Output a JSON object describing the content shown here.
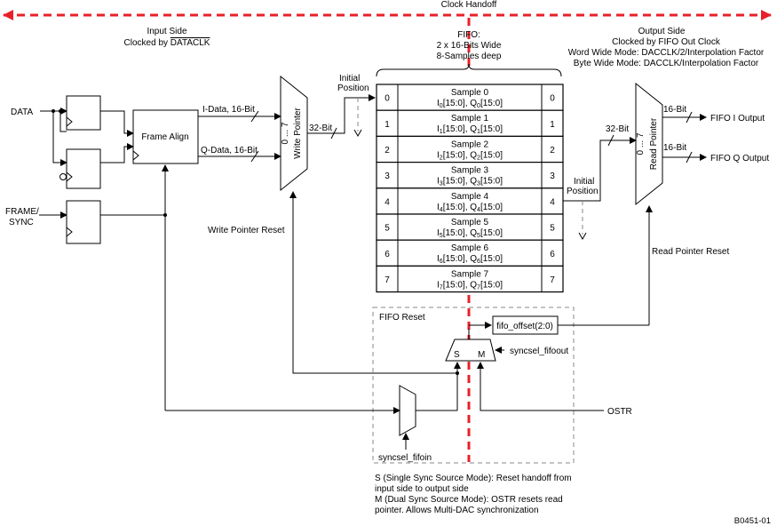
{
  "header": {
    "clock_handoff": "Clock Handoff",
    "input_side": "Input Side",
    "clocked_by_prefix": "Clocked by ",
    "clocked_by_clock": "DATACLK",
    "fifo_title": "FIFO:",
    "fifo_width": "2 x 16-Bits Wide",
    "fifo_depth": "8-Samples deep",
    "output_side": "Output Side",
    "output_clock": "Clocked by FIFO Out Clock",
    "word_mode": "Word Wide Mode: DACCLK/2/Interpolation Factor",
    "byte_mode": "Byte Wide Mode: DACCLK/Interpolation Factor"
  },
  "input": {
    "data_label": "DATA",
    "frame_label_1": "FRAME/",
    "frame_label_2": "SYNC",
    "frame_align": "Frame Align",
    "i_data": "I-Data, 16-Bit",
    "q_data": "Q-Data, 16-Bit"
  },
  "write_pointer": {
    "label": "Write Pointer",
    "range": "0 ... 7",
    "bus": "32-Bit",
    "initial_position_1": "Initial",
    "initial_position_2": "Position",
    "reset": "Write Pointer Reset"
  },
  "fifo_rows": [
    {
      "index": "0",
      "name": "Sample 0",
      "i": "I",
      "q": "Q",
      "sub": "0",
      "bits": "[15:0]"
    },
    {
      "index": "1",
      "name": "Sample 1",
      "i": "I",
      "q": "Q",
      "sub": "1",
      "bits": "[15:0]"
    },
    {
      "index": "2",
      "name": "Sample 2",
      "i": "I",
      "q": "Q",
      "sub": "2",
      "bits": "[15:0]"
    },
    {
      "index": "3",
      "name": "Sample 3",
      "i": "I",
      "q": "Q",
      "sub": "3",
      "bits": "[15:0]"
    },
    {
      "index": "4",
      "name": "Sample 4",
      "i": "I",
      "q": "Q",
      "sub": "4",
      "bits": "[15:0]"
    },
    {
      "index": "5",
      "name": "Sample 5",
      "i": "I",
      "q": "Q",
      "sub": "5",
      "bits": "[15:0]"
    },
    {
      "index": "6",
      "name": "Sample 6",
      "i": "I",
      "q": "Q",
      "sub": "6",
      "bits": "[15:0]"
    },
    {
      "index": "7",
      "name": "Sample 7",
      "i": "I",
      "q": "Q",
      "sub": "7",
      "bits": "[15:0]"
    }
  ],
  "read_pointer": {
    "label": "Read Pointer",
    "range": "0 ... 7",
    "bus": "32-Bit",
    "initial_position_1": "Initial",
    "initial_position_2": "Position",
    "reset": "Read Pointer Reset",
    "out_i_bits": "16-Bit",
    "out_q_bits": "16-Bit",
    "fifo_i_output": "FIFO I Output",
    "fifo_q_output": "FIFO Q Output"
  },
  "reset_block": {
    "title": "FIFO Reset",
    "fifo_offset": "fifo_offset(2:0)",
    "mux_s": "S",
    "mux_m": "M",
    "syncsel_fifoout": "syncsel_fifoout",
    "syncsel_fifoin": "syncsel_fifoin",
    "ostr": "OSTR"
  },
  "notes": {
    "line1": "S (Single Sync Source Mode): Reset handoff from",
    "line2": "input side to output side",
    "line3": "M (Dual Sync Source Mode): OSTR resets read",
    "line4": "pointer. Allows Multi-DAC synchronization"
  },
  "figure_id": "B0451-01",
  "colors": {
    "clock_handoff": "#e8202a",
    "lines": "#000000",
    "reset_box": "#888888"
  }
}
